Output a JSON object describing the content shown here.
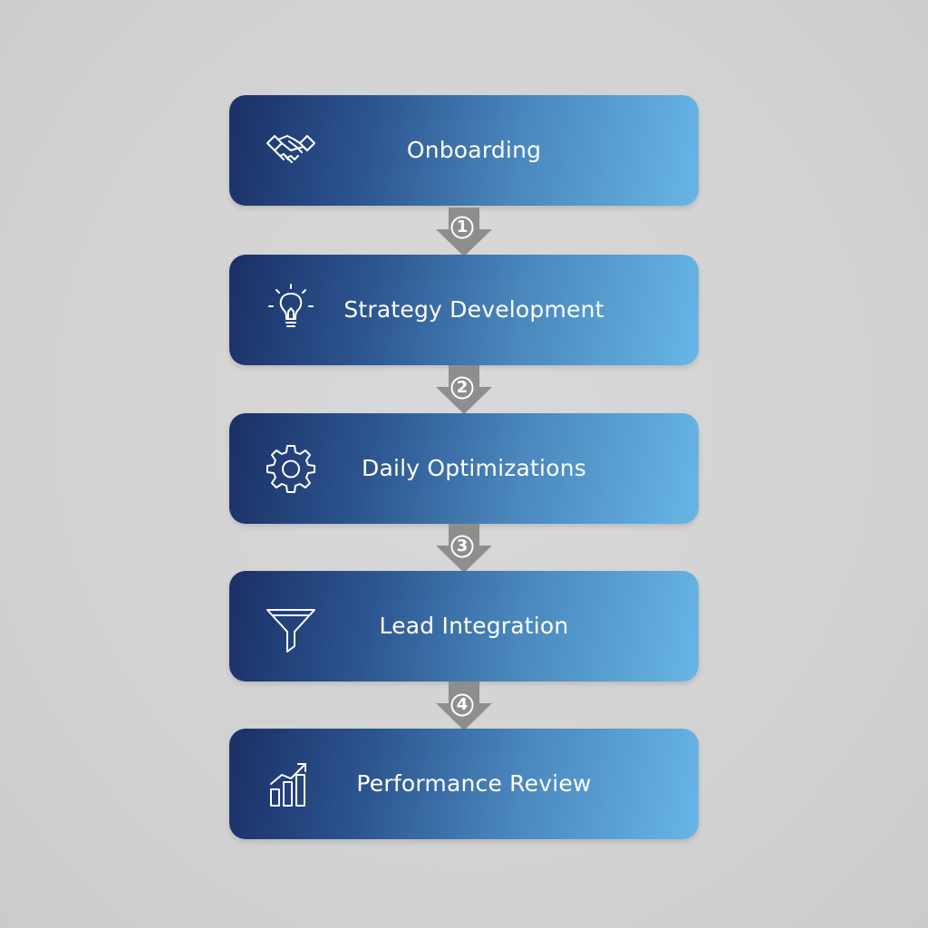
{
  "steps": [
    {
      "label": "Onboarding",
      "icon": "handshake-icon"
    },
    {
      "label": "Strategy Development",
      "icon": "lightbulb-icon"
    },
    {
      "label": "Daily Optimizations",
      "icon": "gear-icon"
    },
    {
      "label": "Lead Integration",
      "icon": "funnel-icon"
    },
    {
      "label": "Performance Review",
      "icon": "growth-chart-icon"
    }
  ],
  "connectors": [
    "1",
    "2",
    "3",
    "4"
  ],
  "colors": {
    "card_start": "#1b2f66",
    "card_end": "#67b6e6",
    "arrow": "#8e8e8e",
    "background": "#d4d4d4"
  }
}
